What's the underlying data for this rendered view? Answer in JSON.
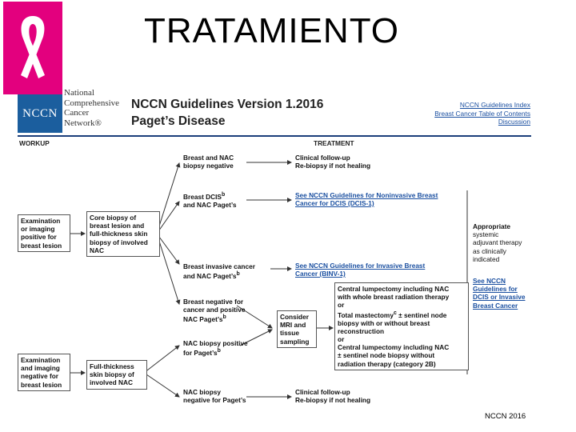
{
  "slide": {
    "title": "TRATAMIENTO",
    "footer": "NCCN 2016"
  },
  "header": {
    "logo_text": "NCCN",
    "org_name": [
      "National",
      "Comprehensive",
      "Cancer",
      "Network®"
    ],
    "guidelines_title": "NCCN Guidelines Version 1.2016",
    "guidelines_subtitle": "Paget’s Disease",
    "links": [
      "NCCN Guidelines Index",
      "Breast Cancer Table of Contents",
      "Discussion"
    ]
  },
  "columns": {
    "workup": "WORKUP",
    "treatment": "TREATMENT"
  },
  "workup": {
    "positive": [
      "Examination",
      "or imaging",
      "positive for",
      "breast lesion"
    ],
    "negative": [
      "Examination",
      "and imaging",
      "negative for",
      "breast lesion"
    ]
  },
  "biopsy": {
    "core": [
      "Core biopsy of",
      "breast lesion and",
      "full-thickness skin",
      "biopsy of involved",
      "NAC"
    ],
    "fullthick": [
      "Full-thickness",
      "skin biopsy of",
      "involved NAC"
    ]
  },
  "outcomes": {
    "nac_negative": [
      "Breast and NAC",
      "biopsy negative"
    ],
    "dcis": [
      "Breast DCIS",
      "and NAC Paget’s"
    ],
    "invasive": [
      "Breast invasive cancer",
      "and NAC Paget’s"
    ],
    "breast_neg": [
      "Breast negative for",
      "cancer and positive",
      "NAC Paget’s"
    ],
    "nac_positive": [
      "NAC biopsy positive",
      "for Paget’s"
    ],
    "nac_neg_paget": [
      "NAC biopsy",
      "negative for Paget’s"
    ]
  },
  "sup": {
    "b": "b",
    "c": "c"
  },
  "treatments": {
    "followup1": [
      "Clinical follow-up",
      "Re-biopsy if not healing"
    ],
    "dcis_link": [
      "See NCCN Guidelines for Noninvasive Breast",
      "Cancer for DCIS (DCIS-1)"
    ],
    "invasive_link": [
      "See NCCN Guidelines for Invasive Breast",
      "Cancer (BINV-1)"
    ],
    "consider": [
      "Consider",
      "MRI and",
      "tissue",
      "sampling"
    ],
    "surgical": [
      "Central lumpectomy including NAC",
      "with whole breast radiation therapy",
      "or",
      "Total mastectomy",
      " ± sentinel node",
      "biopsy with or without breast",
      "reconstruction",
      "or",
      "Central lumpectomy including NAC",
      "± sentinel node biopsy without",
      "radiation therapy (category 2B)"
    ],
    "followup2": [
      "Clinical follow-up",
      "Re-biopsy if not healing"
    ]
  },
  "appropriate": {
    "lines": [
      "Appropriate",
      "systemic",
      "adjuvant therapy",
      "as clinically",
      "indicated"
    ],
    "link": [
      "See NCCN",
      "Guidelines for",
      "DCIS or Invasive",
      "Breast Cancer"
    ]
  },
  "colors": {
    "ribbon_bg": "#e3007e",
    "nccn_blue": "#1b5e9e",
    "link": "#1a4fa0"
  }
}
